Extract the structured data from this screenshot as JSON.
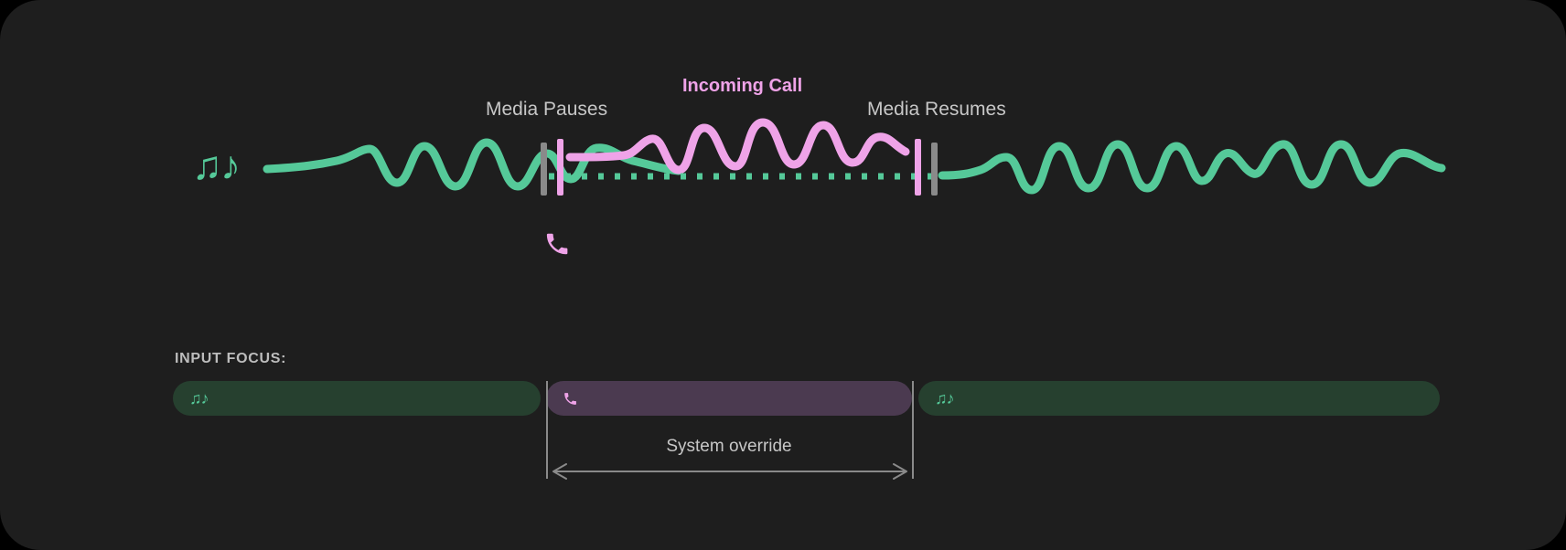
{
  "timeline": {
    "label_media_pauses": "Media Pauses",
    "label_incoming_call": "Incoming Call",
    "label_media_resumes": "Media Resumes",
    "music_icon_glyph": "♫♪",
    "music_icon_name": "music-notes-icon",
    "phone_icon_name": "phone-handset-icon"
  },
  "focus": {
    "section_label": "INPUT FOCUS:",
    "tracks": [
      {
        "name": "media-before",
        "icon": "music-notes-icon",
        "glyph": "♫♪",
        "state": "media"
      },
      {
        "name": "incoming-call",
        "icon": "phone-handset-icon",
        "glyph": "",
        "state": "call"
      },
      {
        "name": "media-after",
        "icon": "music-notes-icon",
        "glyph": "♫♪",
        "state": "media"
      }
    ],
    "override_label": "System override"
  },
  "colors": {
    "background": "#000000",
    "card": "#1e1e1e",
    "media_accent": "#55c999",
    "call_accent": "#efa3e8",
    "marker_grey": "#8a8a8a",
    "text_primary": "#c7c7c7",
    "track_media_bg": "#26402f",
    "track_call_bg": "#4b3a50"
  }
}
